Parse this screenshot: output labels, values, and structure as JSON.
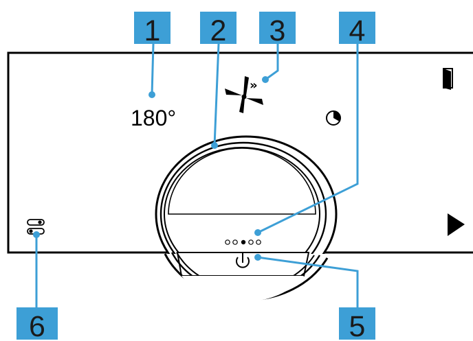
{
  "colors": {
    "callout_box": "#3d9fd6",
    "callout_line": "#3d9fd6",
    "panel_stroke": "#000000",
    "background": "#ffffff"
  },
  "display": {
    "temperature": "180°",
    "icons": [
      "fan-turbo-icon",
      "door-icon",
      "timer-icon",
      "play-icon",
      "toggle-settings-icon",
      "power-icon"
    ]
  },
  "callouts": [
    {
      "number": "1",
      "points_to": "temperature-display"
    },
    {
      "number": "2",
      "points_to": "control-knob-ring"
    },
    {
      "number": "3",
      "points_to": "fan-turbo-icon"
    },
    {
      "number": "4",
      "points_to": "level-indicator-dots"
    },
    {
      "number": "5",
      "points_to": "power-icon"
    },
    {
      "number": "6",
      "points_to": "toggle-settings-icon"
    }
  ]
}
